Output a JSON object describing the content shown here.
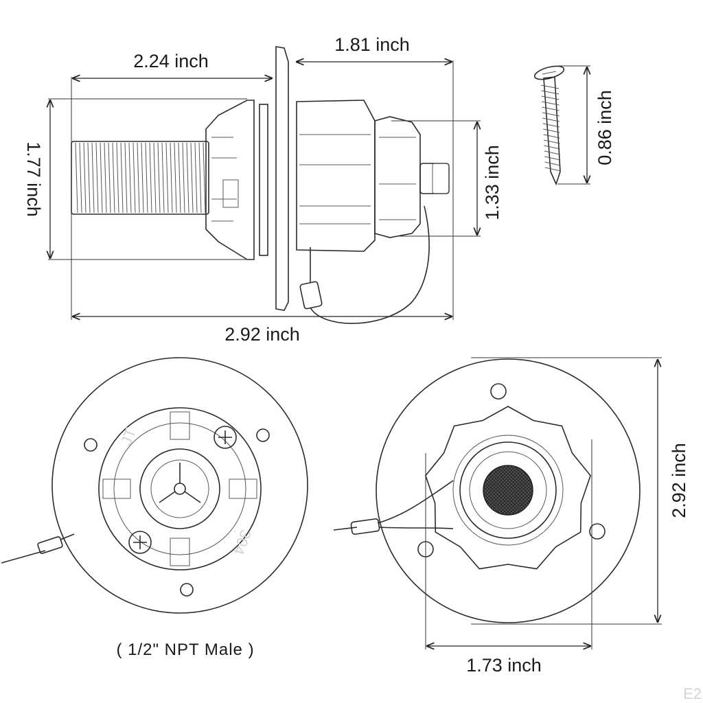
{
  "dimensions": {
    "side_thread_length": "2.24 inch",
    "side_cap_length": "1.81 inch",
    "side_total_length": "2.92 inch",
    "side_height": "1.77 inch",
    "side_cap_height": "1.33 inch",
    "screw_length": "0.86 inch",
    "front_flange_diameter": "2.92 inch",
    "front_cap_width": "1.73 inch"
  },
  "back_view_caption": "( 1/2\" NPT Male )",
  "back_plate_markings": {
    "left": "JT",
    "right": "304"
  },
  "corner_mark": "E2",
  "colors": {
    "line": "#2a2a2a",
    "background": "#ffffff"
  }
}
